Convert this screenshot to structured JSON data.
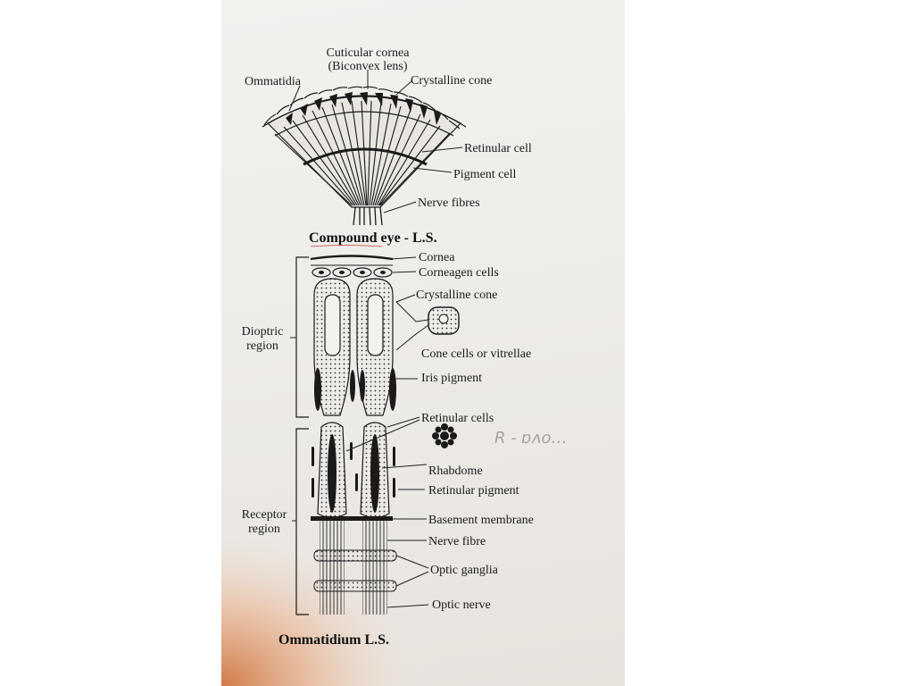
{
  "compound_eye": {
    "labels": {
      "cornea": "Cuticular cornea",
      "lens": "(Biconvex lens)",
      "ommatidia": "Ommatidia",
      "crystalline_cone": "Crystalline cone",
      "retinular_cell": "Retinular cell",
      "pigment_cell": "Pigment  cell",
      "nerve_fibres": "Nerve fibres"
    },
    "title": "Compound eye - L.S."
  },
  "ommatidium": {
    "labels": {
      "cornea": "Cornea",
      "corneagen_cells": "Corneagen cells",
      "crystalline_cone": "Crystalline cone",
      "cone_cells": "Cone cells or vitrellae",
      "iris_pigment": "Iris pigment",
      "retinular_cells": "Retinular cells",
      "rhabdome": "Rhabdome",
      "retinular_pigment": "Retinular pigment",
      "basement_membrane": "Basement membrane",
      "nerve_fibre": "Nerve fibre",
      "optic_ganglia": "Optic ganglia",
      "optic_nerve": "Optic nerve"
    },
    "regions": {
      "dioptric_line1": "Dioptric",
      "dioptric_line2": "region",
      "receptor_line1": "Receptor",
      "receptor_line2": "region"
    },
    "title": "Ommatidium L.S."
  },
  "annotation": "R - ɒᴧo…"
}
